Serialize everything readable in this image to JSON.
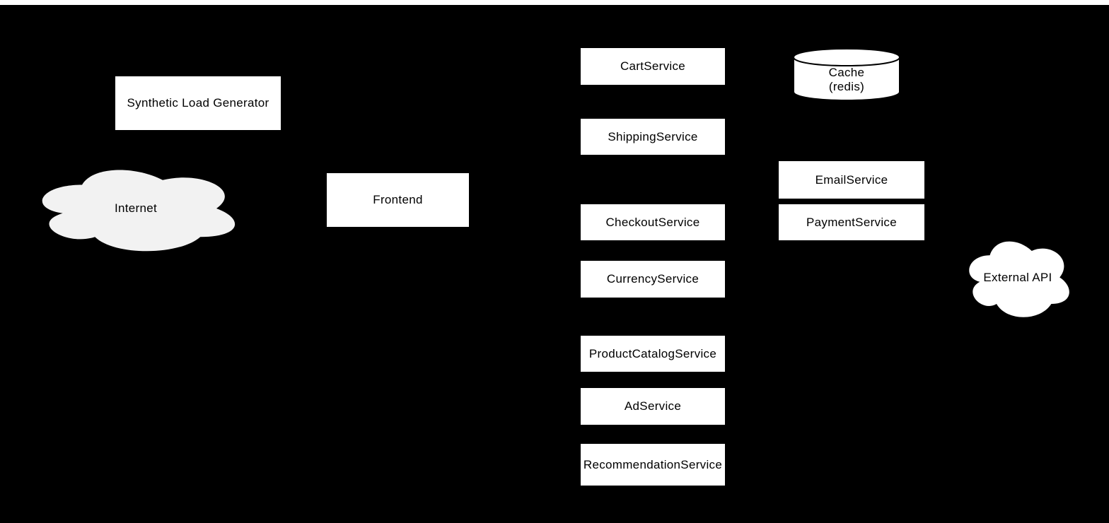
{
  "colors": {
    "background": "#000000",
    "top_strip": "#ffffff",
    "box_fill": "#ffffff",
    "internet_cloud_fill": "#f2f2f2",
    "external_cloud_fill": "#ffffff",
    "cylinder_fill": "#ffffff",
    "cylinder_stroke": "#000000",
    "text": "#000000"
  },
  "nodes": {
    "synthetic_load_generator": {
      "type": "box",
      "label": "Synthetic Load Generator"
    },
    "internet": {
      "type": "cloud",
      "label": "Internet"
    },
    "frontend": {
      "type": "box",
      "label": "Frontend"
    },
    "cart_service": {
      "type": "box",
      "label": "CartService"
    },
    "shipping_service": {
      "type": "box",
      "label": "ShippingService"
    },
    "checkout_service": {
      "type": "box",
      "label": "CheckoutService"
    },
    "currency_service": {
      "type": "box",
      "label": "CurrencyService"
    },
    "product_catalog_service": {
      "type": "box",
      "label": "ProductCatalogService"
    },
    "ad_service": {
      "type": "box",
      "label": "AdService"
    },
    "recommendation_service": {
      "type": "box",
      "label": "RecommendationService"
    },
    "cache": {
      "type": "cylinder",
      "label_line1": "Cache",
      "label_line2": "(redis)"
    },
    "email_service": {
      "type": "box",
      "label": "EmailService"
    },
    "payment_service": {
      "type": "box",
      "label": "PaymentService"
    },
    "external_api": {
      "type": "cloud",
      "label": "External API"
    }
  }
}
